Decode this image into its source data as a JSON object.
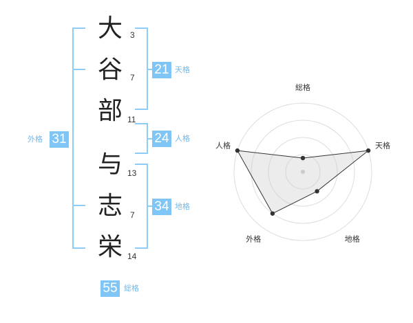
{
  "name_chars": [
    {
      "char": "大",
      "strokes": "3"
    },
    {
      "char": "谷",
      "strokes": "7"
    },
    {
      "char": "部",
      "strokes": "11"
    },
    {
      "char": "与",
      "strokes": "13"
    },
    {
      "char": "志",
      "strokes": "7"
    },
    {
      "char": "栄",
      "strokes": "14"
    }
  ],
  "kaku": {
    "tenkaku": {
      "value": "21",
      "label": "天格"
    },
    "jinkaku": {
      "value": "24",
      "label": "人格"
    },
    "chikaku": {
      "value": "34",
      "label": "地格"
    },
    "gaikaku": {
      "value": "31",
      "label": "外格"
    },
    "soukaku": {
      "value": "55",
      "label": "総格"
    }
  },
  "radar": {
    "axes": [
      "総格",
      "天格",
      "地格",
      "外格",
      "人格"
    ],
    "levels": 4,
    "values": [
      0.2,
      1.0,
      0.35,
      0.75,
      1.0
    ]
  }
}
